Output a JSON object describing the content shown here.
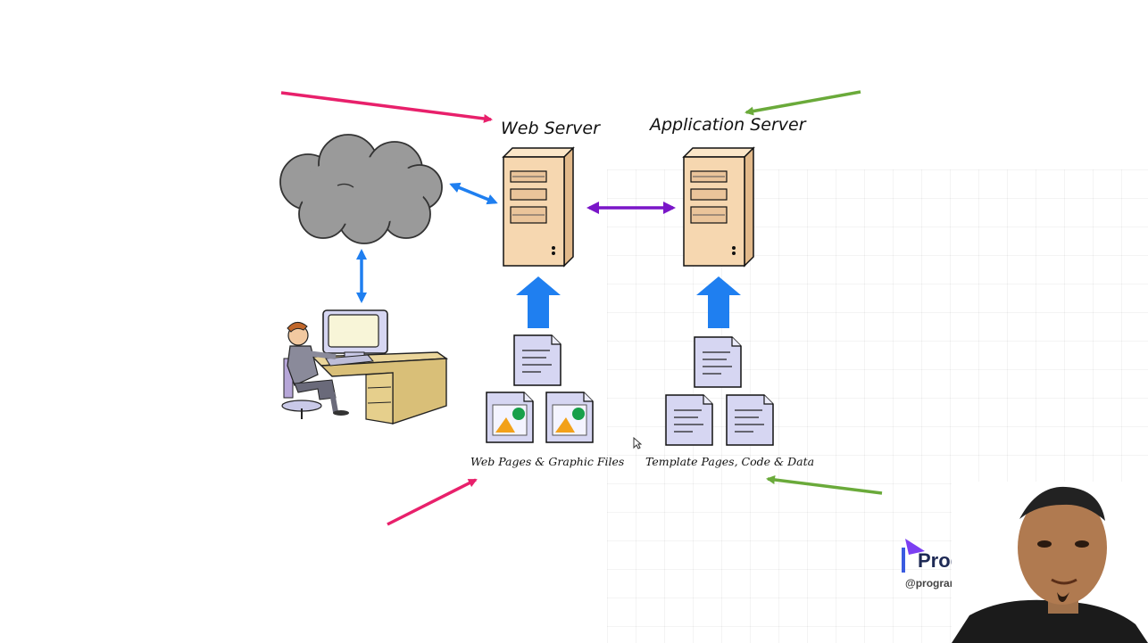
{
  "diagram": {
    "web_server_label": "Web Server",
    "app_server_label": "Application Server",
    "left_caption": "Web Pages & Graphic Files",
    "right_caption": "Template Pages, Code & Data"
  },
  "branding": {
    "name": "Programmi",
    "handle": "@programminghero"
  },
  "colors": {
    "pink_arrow": "#e8206b",
    "green_arrow": "#6aaa3a",
    "blue_arrow": "#1f7ff0",
    "purple_arrow": "#7a16c8",
    "cloud": "#9a9a9a",
    "server_body": "#f6d7b0",
    "document": "#d6d6f2"
  }
}
